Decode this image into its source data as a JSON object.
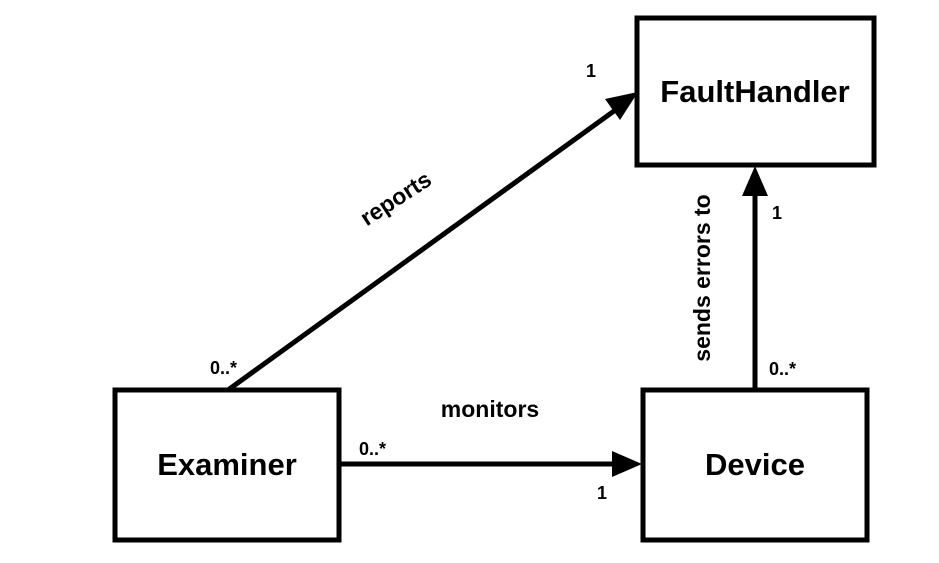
{
  "classes": {
    "faulthandler": "FaultHandler",
    "examiner": "Examiner",
    "device": "Device"
  },
  "associations": {
    "reports": {
      "label": "reports",
      "source_multiplicity": "0..*",
      "target_multiplicity": "1"
    },
    "monitors": {
      "label": "monitors",
      "source_multiplicity": "0..*",
      "target_multiplicity": "1"
    },
    "sends_errors_to": {
      "label": "sends errors to",
      "source_multiplicity": "0..*",
      "target_multiplicity": "1"
    }
  }
}
